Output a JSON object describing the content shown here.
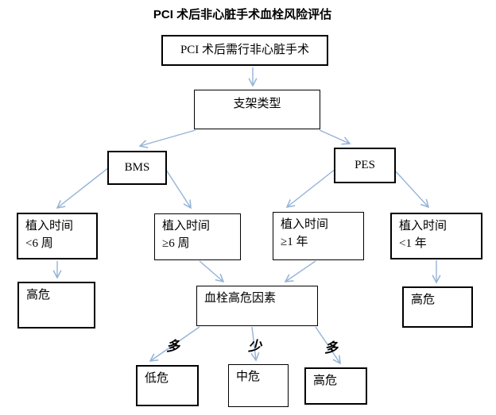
{
  "title": "PCI 术后非心脏手术血栓风险评估",
  "flowchart": {
    "nodes": {
      "start": {
        "label": "PCI 术后需行非心脏手术"
      },
      "stent_type": {
        "label": "支架类型"
      },
      "bms": {
        "label": "BMS"
      },
      "pes": {
        "label": "PES"
      },
      "time_lt6w": {
        "line1": "植入时间",
        "line2": "<6 周"
      },
      "time_ge6w": {
        "line1": "植入时间",
        "line2": "≥6 周"
      },
      "time_ge1y": {
        "line1": "植入时间",
        "line2": "≥1 年"
      },
      "time_lt1y": {
        "line1": "植入时间",
        "line2": "<1 年"
      },
      "high_risk_left": {
        "label": "高危"
      },
      "thrombosis_factors": {
        "label": "血栓高危因素"
      },
      "high_risk_right": {
        "label": "高危"
      },
      "low_risk": {
        "label": "低危"
      },
      "medium_risk": {
        "label": "中危"
      },
      "high_risk_bottom": {
        "label": "高危"
      }
    },
    "edge_labels": {
      "factors_to_low": "多",
      "factors_to_medium": "少",
      "factors_to_high": "多"
    }
  },
  "colors": {
    "arrow": "#95B3D7",
    "box_border": "#000000",
    "text": "#000000",
    "background": "#FFFFFF"
  }
}
